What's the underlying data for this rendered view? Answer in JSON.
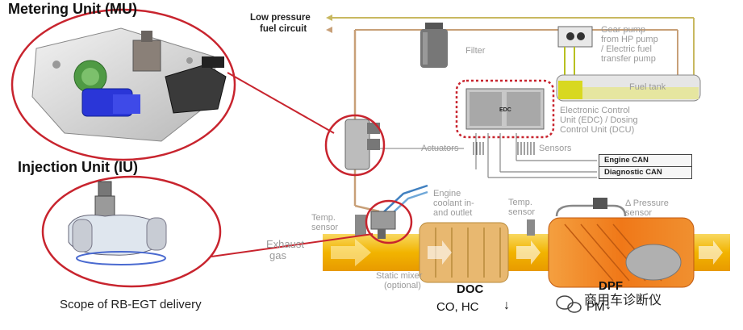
{
  "labels": {
    "metering_unit": "Metering Unit (MU)",
    "injection_unit": "Injection Unit (IU)",
    "scope": "Scope of RB-EGT delivery",
    "low_pressure": "Low pressure",
    "fuel_circuit": "fuel circuit",
    "filter": "Filter",
    "gear_pump_1": "Gear pump",
    "gear_pump_2": "from HP pump",
    "gear_pump_3": "/ Electric fuel",
    "gear_pump_4": "transfer pump",
    "fuel_tank": "Fuel tank",
    "ecu_1": "Electronic Control",
    "ecu_2": "Unit (EDC) / Dosing",
    "ecu_3": "Control Unit (DCU)",
    "edc": "EDC",
    "actuators": "Actuators",
    "sensors": "Sensors",
    "engine_can": "Engine CAN",
    "diagnostic_can": "Diagnostic CAN",
    "coolant_1": "Engine",
    "coolant_2": "coolant in-",
    "coolant_3": "and outlet",
    "temp_left_1": "Temp.",
    "temp_left_2": "sensor",
    "temp_mid_1": "Temp.",
    "temp_mid_2": "sensor",
    "dp_1": "Δ Pressure",
    "dp_2": "sensor",
    "exhaust_1": "Exhaust",
    "exhaust_2": "gas",
    "mixer_1": "Static mixer",
    "mixer_2": "(optional)",
    "doc": "DOC",
    "dpf": "DPF",
    "co_hc": "CO, HC",
    "pm": "PM",
    "watermark": "商用车诊断仪"
  },
  "colors": {
    "fuel_line": "#c8a078",
    "fuel_line_green": "#b8c020",
    "exhaust": "#f2b400",
    "highlight_ring": "#c8242e",
    "doc_fill": "#e8b870",
    "dpf_fill": "#f07818"
  },
  "icons": [
    "arrow-down-icon",
    "wechat-icon"
  ]
}
